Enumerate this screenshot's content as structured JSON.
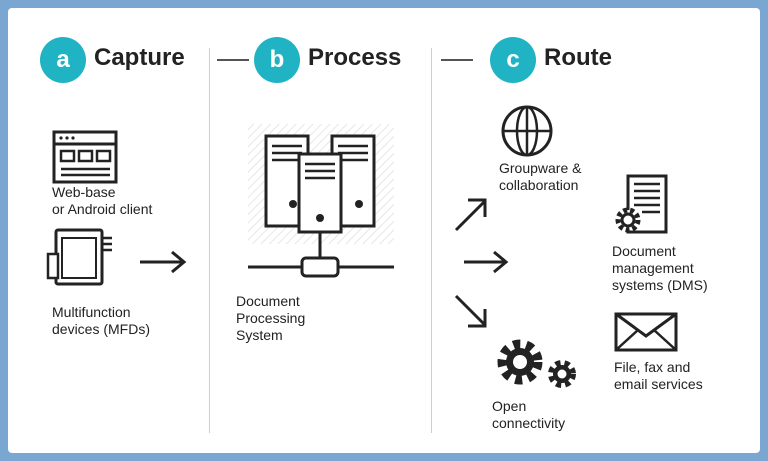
{
  "stages": [
    {
      "letter": "a",
      "title": "Capture"
    },
    {
      "letter": "b",
      "title": "Process"
    },
    {
      "letter": "c",
      "title": "Route"
    }
  ],
  "capture": {
    "client_label": [
      "Web-base",
      "or Android client"
    ],
    "mfd_label": [
      "Multifunction",
      "devices (MFDs)"
    ]
  },
  "process": {
    "system_label": [
      "Document",
      "Processing",
      "System"
    ]
  },
  "route": {
    "groupware_label": [
      "Groupware &",
      "collaboration"
    ],
    "dms_label": [
      "Document",
      "management",
      "systems (DMS)"
    ],
    "email_label": [
      "File, fax and",
      "email services"
    ],
    "connectivity_label": [
      "Open",
      "connectivity"
    ]
  },
  "icons": {
    "client": "browser-window-icon",
    "mfd": "multifunction-printer-icon",
    "server": "server-rack-icon",
    "globe": "globe-icon",
    "dms": "document-gear-icon",
    "email": "envelope-icon",
    "gears": "gears-icon"
  },
  "colors": {
    "accent": "#1fb3c4",
    "border": "#7aa6d2",
    "ink": "#222222"
  }
}
